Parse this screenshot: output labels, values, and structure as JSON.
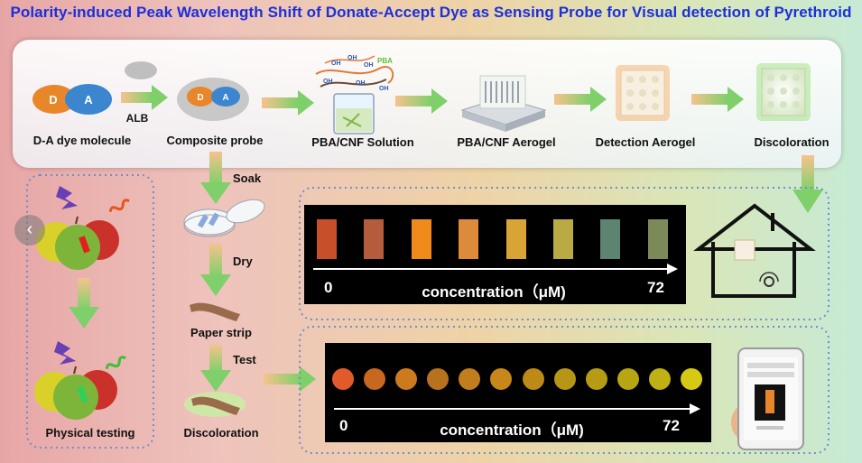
{
  "title": "Polarity-induced Peak Wavelength Shift of Donate-Accept Dye as Sensing Probe for Visual detection of Pyrethroid",
  "top_flow": {
    "molecule_d": "D",
    "molecule_a": "A",
    "alb_label": "ALB",
    "steps": [
      "D-A dye molecule",
      "Composite probe",
      "PBA/CNF Solution",
      "PBA/CNF Aerogel",
      "Detection Aerogel",
      "Discoloration"
    ],
    "solution_oh": [
      "OH",
      "OH",
      "OH",
      "OH",
      "OH",
      "OH"
    ],
    "solution_pba": "PBA"
  },
  "paper_flow": {
    "soak": "Soak",
    "dry": "Dry",
    "paper_strip": "Paper strip",
    "test": "Test",
    "discoloration": "Discoloration"
  },
  "physical": {
    "label": "Physical testing"
  },
  "colors": {
    "arrow_start": "#f4b87a",
    "arrow_end": "#7fd06a",
    "molecule_d": "#e8862a",
    "molecule_a": "#3b86cf",
    "title": "#1c2fd8"
  },
  "strip_chart": {
    "start": "0",
    "end": "72",
    "axis_label": "concentration（μM)",
    "swatches": [
      "#c7502a",
      "#b45c3c",
      "#f08a1a",
      "#dd8a3a",
      "#d9a436",
      "#b8ab44",
      "#5d8470",
      "#7c8a5a"
    ]
  },
  "dot_chart": {
    "start": "0",
    "end": "72",
    "axis_label": "concentration（μM)",
    "dots": [
      "#e25a2a",
      "#c8671f",
      "#cc7a1e",
      "#b8721e",
      "#c27e1c",
      "#c7871a",
      "#bd8a18",
      "#b79616",
      "#b69c14",
      "#b8a514",
      "#bfb014",
      "#d6c914"
    ]
  }
}
